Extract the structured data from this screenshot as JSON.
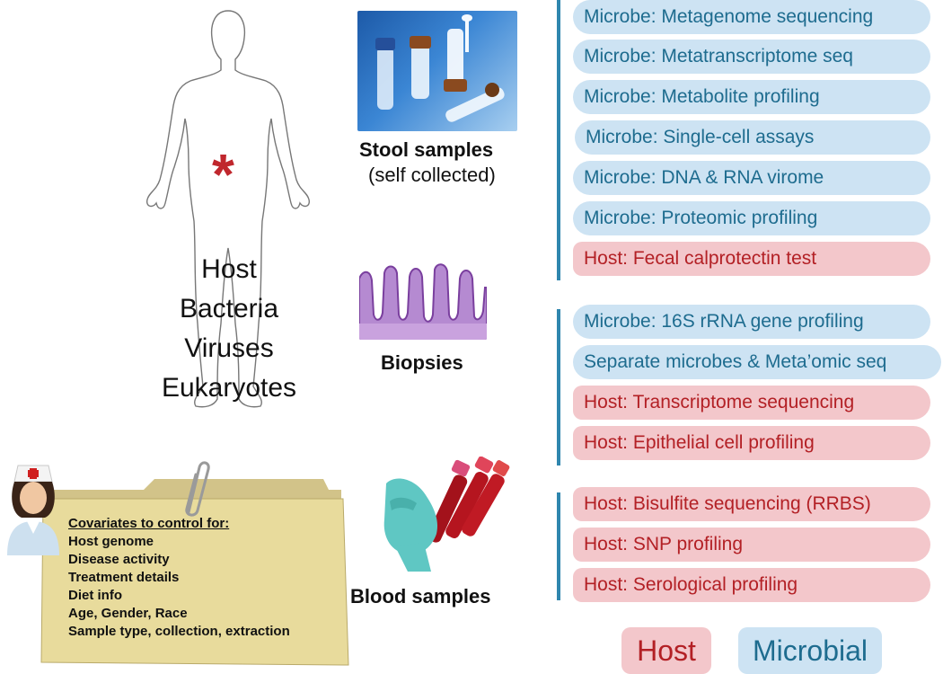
{
  "host_labels": [
    "Host",
    "Bacteria",
    "Viruses",
    "Eukaryotes"
  ],
  "samples": {
    "stool": {
      "title": "Stool samples",
      "subtitle": "(self collected)"
    },
    "biopsy": {
      "title": "Biopsies"
    },
    "blood": {
      "title": "Blood samples"
    }
  },
  "stool_assays": [
    {
      "label": "Microbe: Metagenome sequencing",
      "kind": "microbe"
    },
    {
      "label": "Microbe: Metatranscriptome seq",
      "kind": "microbe"
    },
    {
      "label": "Microbe: Metabolite profiling",
      "kind": "microbe"
    },
    {
      "label": "Microbe: Single-cell assays",
      "kind": "microbe"
    },
    {
      "label": "Microbe: DNA & RNA virome",
      "kind": "microbe"
    },
    {
      "label": "Microbe: Proteomic profiling",
      "kind": "microbe"
    },
    {
      "label": "Host: Fecal calprotectin test",
      "kind": "host"
    }
  ],
  "biopsy_assays": [
    {
      "label": "Microbe: 16S rRNA gene profiling",
      "kind": "microbe"
    },
    {
      "label": "Separate microbes & Meta’omic seq",
      "kind": "microbe"
    },
    {
      "label": "Host: Transcriptome sequencing",
      "kind": "host"
    },
    {
      "label": "Host: Epithelial cell profiling",
      "kind": "host"
    }
  ],
  "blood_assays": [
    {
      "label": "Host: Bisulfite sequencing (RRBS)",
      "kind": "host"
    },
    {
      "label": "Host: SNP profiling",
      "kind": "host"
    },
    {
      "label": "Host: Serological profiling",
      "kind": "host"
    }
  ],
  "legend": {
    "host": "Host",
    "microbial": "Microbial"
  },
  "covariates": {
    "title": "Covariates to control for:",
    "items": [
      "Host genome",
      "Disease activity",
      "Treatment details",
      "Diet info",
      "Age, Gender, Race",
      "Sample type, collection, extraction"
    ]
  },
  "colors": {
    "microbe_bg": "#cde3f3",
    "microbe_text": "#1e6c8f",
    "host_bg": "#f3c7cb",
    "host_text": "#b32025",
    "bar": "#2f86ae",
    "asterisk": "#c0272d"
  },
  "icons": {
    "figure": "human-body-outline-icon",
    "marker": "asterisk-icon",
    "nurse": "nurse-icon",
    "clip": "paperclip-icon"
  }
}
